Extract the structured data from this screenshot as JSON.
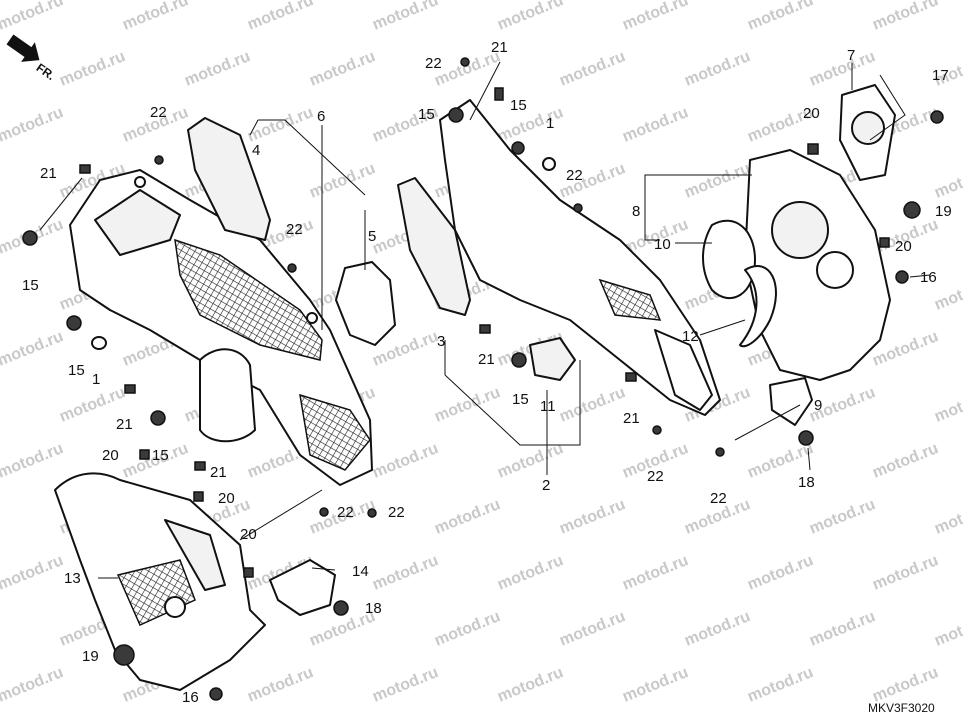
{
  "diagram": {
    "orientation_label": "FR.",
    "drawing_code": "MKV3F3020",
    "watermark_text": "motod.ru"
  },
  "callouts": [
    {
      "id": "c1a",
      "label": "1"
    },
    {
      "id": "c1b",
      "label": "1"
    },
    {
      "id": "c2",
      "label": "2"
    },
    {
      "id": "c3",
      "label": "3"
    },
    {
      "id": "c4",
      "label": "4"
    },
    {
      "id": "c5",
      "label": "5"
    },
    {
      "id": "c6",
      "label": "6"
    },
    {
      "id": "c7",
      "label": "7"
    },
    {
      "id": "c8",
      "label": "8"
    },
    {
      "id": "c9",
      "label": "9"
    },
    {
      "id": "c10",
      "label": "10"
    },
    {
      "id": "c11",
      "label": "11"
    },
    {
      "id": "c12",
      "label": "12"
    },
    {
      "id": "c13",
      "label": "13"
    },
    {
      "id": "c14",
      "label": "14"
    },
    {
      "id": "c15a",
      "label": "15"
    },
    {
      "id": "c15b",
      "label": "15"
    },
    {
      "id": "c15c",
      "label": "15"
    },
    {
      "id": "c15d",
      "label": "15"
    },
    {
      "id": "c15e",
      "label": "15"
    },
    {
      "id": "c15f",
      "label": "15"
    },
    {
      "id": "c16a",
      "label": "16"
    },
    {
      "id": "c16b",
      "label": "16"
    },
    {
      "id": "c17",
      "label": "17"
    },
    {
      "id": "c18a",
      "label": "18"
    },
    {
      "id": "c18b",
      "label": "18"
    },
    {
      "id": "c19a",
      "label": "19"
    },
    {
      "id": "c19b",
      "label": "19"
    },
    {
      "id": "c20a",
      "label": "20"
    },
    {
      "id": "c20b",
      "label": "20"
    },
    {
      "id": "c20c",
      "label": "20"
    },
    {
      "id": "c20d",
      "label": "20"
    },
    {
      "id": "c20e",
      "label": "20"
    },
    {
      "id": "c21a",
      "label": "21"
    },
    {
      "id": "c21b",
      "label": "21"
    },
    {
      "id": "c21c",
      "label": "21"
    },
    {
      "id": "c21d",
      "label": "21"
    },
    {
      "id": "c21e",
      "label": "21"
    },
    {
      "id": "c21f",
      "label": "21"
    },
    {
      "id": "c22a",
      "label": "22"
    },
    {
      "id": "c22b",
      "label": "22"
    },
    {
      "id": "c22c",
      "label": "22"
    },
    {
      "id": "c22d",
      "label": "22"
    },
    {
      "id": "c22e",
      "label": "22"
    },
    {
      "id": "c22f",
      "label": "22"
    },
    {
      "id": "c22g",
      "label": "22"
    },
    {
      "id": "c22h",
      "label": "22"
    }
  ]
}
